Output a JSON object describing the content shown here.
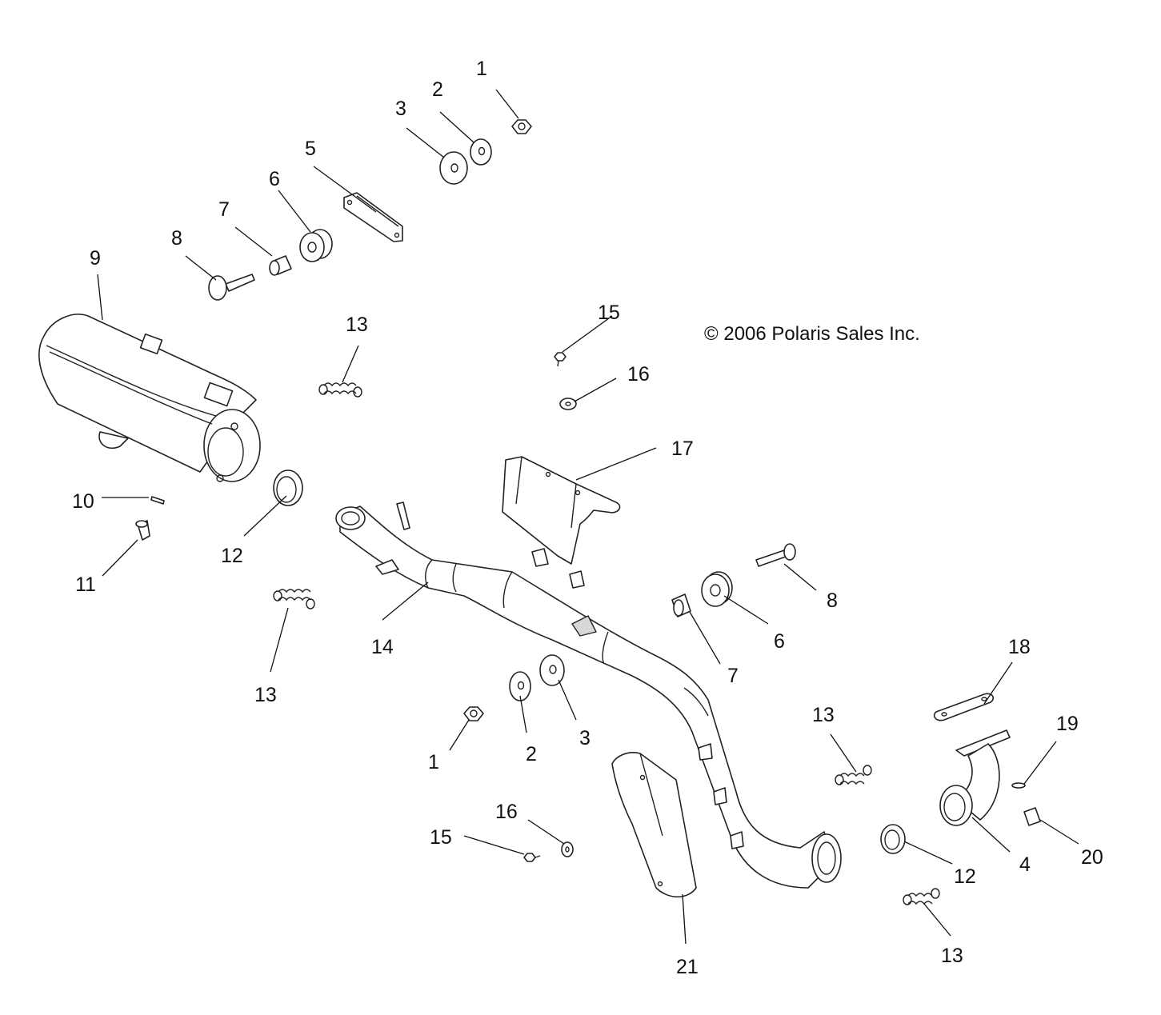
{
  "copyright": "© 2006 Polaris Sales Inc.",
  "callouts": {
    "c1a": "1",
    "c2a": "2",
    "c3a": "3",
    "c5": "5",
    "c6a": "6",
    "c7a": "7",
    "c8a": "8",
    "c9": "9",
    "c13a": "13",
    "c15a": "15",
    "c16a": "16",
    "c17": "17",
    "c10": "10",
    "c12a": "12",
    "c11": "11",
    "c14": "14",
    "c13b": "13",
    "c8b": "8",
    "c6b": "6",
    "c7b": "7",
    "c18": "18",
    "c13c": "13",
    "c19": "19",
    "c1b": "1",
    "c2b": "2",
    "c3b": "3",
    "c16b": "16",
    "c15b": "15",
    "c20": "20",
    "c4": "4",
    "c12b": "12",
    "c13d": "13",
    "c21": "21"
  }
}
